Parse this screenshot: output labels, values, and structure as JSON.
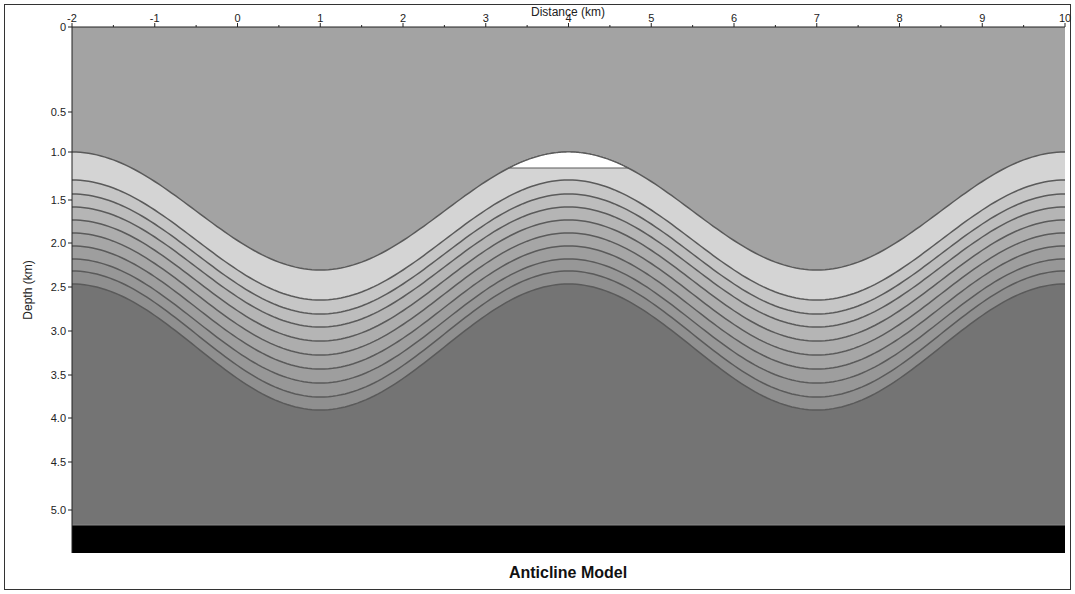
{
  "diagram": {
    "caption": "Anticline Model",
    "labels": [
      "Distance (km)",
      "-2",
      "-1",
      "0",
      "1",
      "2",
      "3",
      "4",
      "5",
      "6",
      "7",
      "8",
      "9",
      "10",
      "0",
      "0.5",
      "1.0",
      "1.5",
      "2.0",
      "2.5",
      "3.0",
      "3.5",
      "4.0",
      "4.5",
      "5.0",
      "Depth (km)"
    ]
  }
}
